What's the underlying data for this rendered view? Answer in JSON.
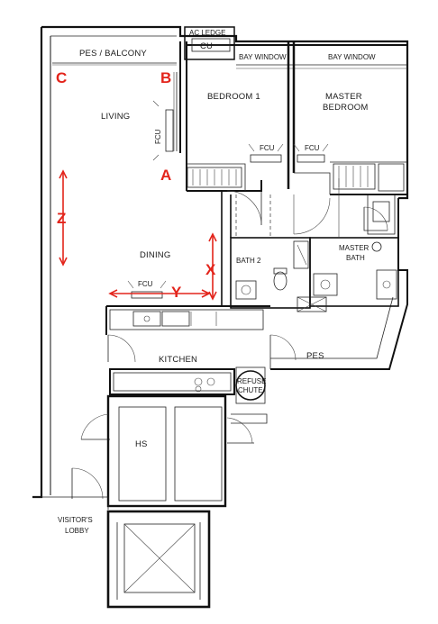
{
  "rooms": {
    "pes_balcony": "PES / BALCONY",
    "ac_ledge": "AC LEDGE",
    "cu": "CU",
    "bay_window_1": "BAY WINDOW",
    "bay_window_2": "BAY WINDOW",
    "bedroom1": "BEDROOM 1",
    "master_line1": "MASTER",
    "master_line2": "BEDROOM",
    "living": "LIVING",
    "fcu_living": "FCU",
    "fcu_bed1": "FCU",
    "fcu_master": "FCU",
    "fcu_dining": "FCU",
    "dining": "DINING",
    "bath2": "BATH 2",
    "master_bath_line1": "MASTER",
    "master_bath_line2": "BATH",
    "kitchen": "KITCHEN",
    "pes_kitchen": "PES",
    "refuse_line1": "REFUSE",
    "refuse_line2": "CHUTE",
    "hs": "HS",
    "visitors_line1": "VISITOR'S",
    "visitors_line2": "LOBBY"
  },
  "markers": {
    "a": "A",
    "b": "B",
    "c": "C",
    "x": "X",
    "y": "Y",
    "z": "Z"
  },
  "colors": {
    "wall": "#111111",
    "marker": "#e3241b"
  }
}
